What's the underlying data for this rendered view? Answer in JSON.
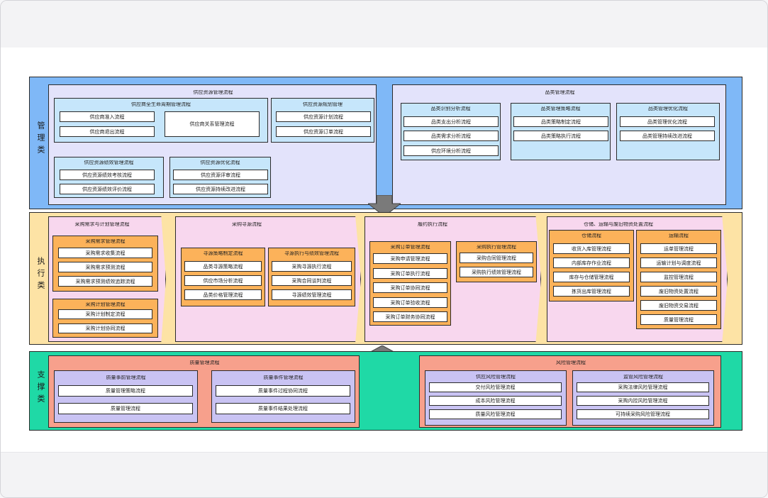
{
  "colors": {
    "mgmt_band": "#7fb8f7",
    "exec_band": "#fde3a5",
    "support_band": "#1fd9a6",
    "mgmt_panel": "#e3e3fb",
    "mgmt_sub": "#c6e6fb",
    "exec_panel": "#f8d7ee",
    "exec_sub": "#fcb25a",
    "support_panel": "#f7a08c",
    "support_sub": "#c9c3f3",
    "arrow": "#7a7a7a"
  },
  "bands": {
    "mgmt": "管理类",
    "exec": "执行类",
    "support": "支撑类"
  },
  "mgmt": {
    "panel1": {
      "title": "供应资源管理流程",
      "lifecycle": {
        "title": "供应商全生命周期管理流程",
        "items": [
          "供应商准入流程",
          "供应商退出流程"
        ],
        "center_item": "供应商关系管理流程"
      },
      "plan": {
        "title": "供应资源规划管理",
        "items": [
          "供应资源计划流程",
          "供应资源订单流程"
        ]
      },
      "perf": {
        "title": "供应资源绩效管理流程",
        "items": [
          "供应资源绩效考核流程",
          "供应资源绩效评价流程"
        ]
      },
      "opt": {
        "title": "供应资源优化流程",
        "items": [
          "供应资源评审流程",
          "供应资源持续改进流程"
        ]
      }
    },
    "panel2": {
      "title": "品类管理流程",
      "groups": [
        {
          "title": "品类识别分析流程",
          "items": [
            "品类支出分析流程",
            "品类需求分析流程",
            "供应环境分析流程"
          ]
        },
        {
          "title": "品类管理策略流程",
          "items": [
            "品类策略制定流程",
            "品类策略执行流程"
          ]
        },
        {
          "title": "品类管理优化流程",
          "items": [
            "品类管理优化流程",
            "品类管理持续改进流程"
          ]
        }
      ]
    }
  },
  "exec": {
    "demand": {
      "title": "采购需求与计划管理流程",
      "groups": [
        {
          "title": "采购需求管理流程",
          "items": [
            "采购需求收集流程",
            "采购需求预测流程",
            "采购需求预测绩效追踪流程"
          ]
        },
        {
          "title": "采购计划管理流程",
          "items": [
            "采购计划制定流程",
            "采购计划协同流程"
          ]
        }
      ]
    },
    "source": {
      "title": "采购寻源流程",
      "groups": [
        {
          "title": "寻源策略制定流程",
          "items": [
            "品类寻源策略流程",
            "供应市场分析流程",
            "品类价格管理流程"
          ]
        },
        {
          "title": "寻源执行与绩效管理流程",
          "items": [
            "采购寻源执行流程",
            "采购合同谈判流程",
            "寻源绩效管理流程"
          ]
        }
      ]
    },
    "fulfill": {
      "title": "履约执行流程",
      "groups": [
        {
          "title": "采购订单管理流程",
          "items": [
            "采购申请管理流程",
            "采购订单执行流程",
            "采购订单协同流程",
            "采购订单验收流程",
            "采购订单财务协同流程"
          ]
        },
        {
          "title": "采购执行管理流程",
          "items": [
            "采购合同管理流程",
            "采购执行绩效管理流程"
          ]
        }
      ]
    },
    "logistics": {
      "title": "仓储、运输与废旧物资处置流程",
      "groups": [
        {
          "title": "仓储流程",
          "items": [
            "收货入库管理流程",
            "内部库存作业流程",
            "库存与仓储管理流程",
            "拣货出库管理流程"
          ]
        },
        {
          "title": "运输流程",
          "items": [
            "运单管理流程",
            "运输计划与调度流程",
            "监控管理流程",
            "废旧物资处置流程",
            "废旧物资交易流程",
            "质量管理流程"
          ]
        }
      ]
    }
  },
  "support": {
    "quality": {
      "title": "质量管理流程",
      "groups": [
        {
          "title": "质量事前管理流程",
          "items": [
            "质量管理策略流程",
            "质量管理流程"
          ]
        },
        {
          "title": "质量事件管理流程",
          "items": [
            "质量事件过程协同流程",
            "质量事件结果处理流程"
          ]
        }
      ]
    },
    "risk": {
      "title": "风险管理流程",
      "groups": [
        {
          "title": "供应风险管理流程",
          "items": [
            "交付风险管理流程",
            "成本风险管理流程",
            "质量风险管理流程"
          ]
        },
        {
          "title": "监管风险管理流程",
          "items": [
            "采购法律风险管理流程",
            "采购内控风险管理流程",
            "可持续采购风险管理流程"
          ]
        }
      ]
    }
  }
}
